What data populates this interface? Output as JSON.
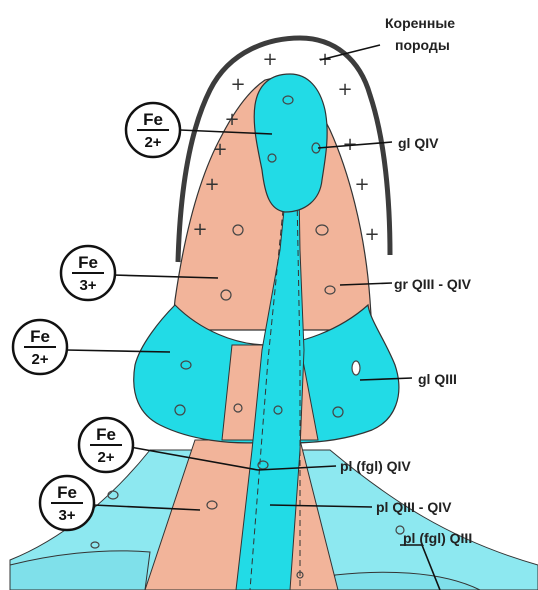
{
  "labels": {
    "bedrock_line1": "Коренные",
    "bedrock_line2": "породы",
    "gl_qiv": "gl QIV",
    "gr_qiii_qiv": "gr QIII - QIV",
    "gl_qiii": "gl QIII",
    "pl_fgl_qiv": "pl (fgl) QIV",
    "pl_qiii_qiv": "pl QIII - QIV",
    "pl_fgl_qiii": "pl (fgl) QIII"
  },
  "iron_badges": [
    {
      "symbol": "Fe",
      "valence": "2+"
    },
    {
      "symbol": "Fe",
      "valence": "3+"
    },
    {
      "symbol": "Fe",
      "valence": "2+"
    },
    {
      "symbol": "Fe",
      "valence": "2+"
    },
    {
      "symbol": "Fe",
      "valence": "3+"
    }
  ],
  "colors": {
    "cyan_glacial": "#22dbe6",
    "pink_gravel": "#f2b49a",
    "light_cyan_outwash": "#8de8f0",
    "outline": "#333333",
    "bedrock_arc": "#3c3c3c"
  }
}
